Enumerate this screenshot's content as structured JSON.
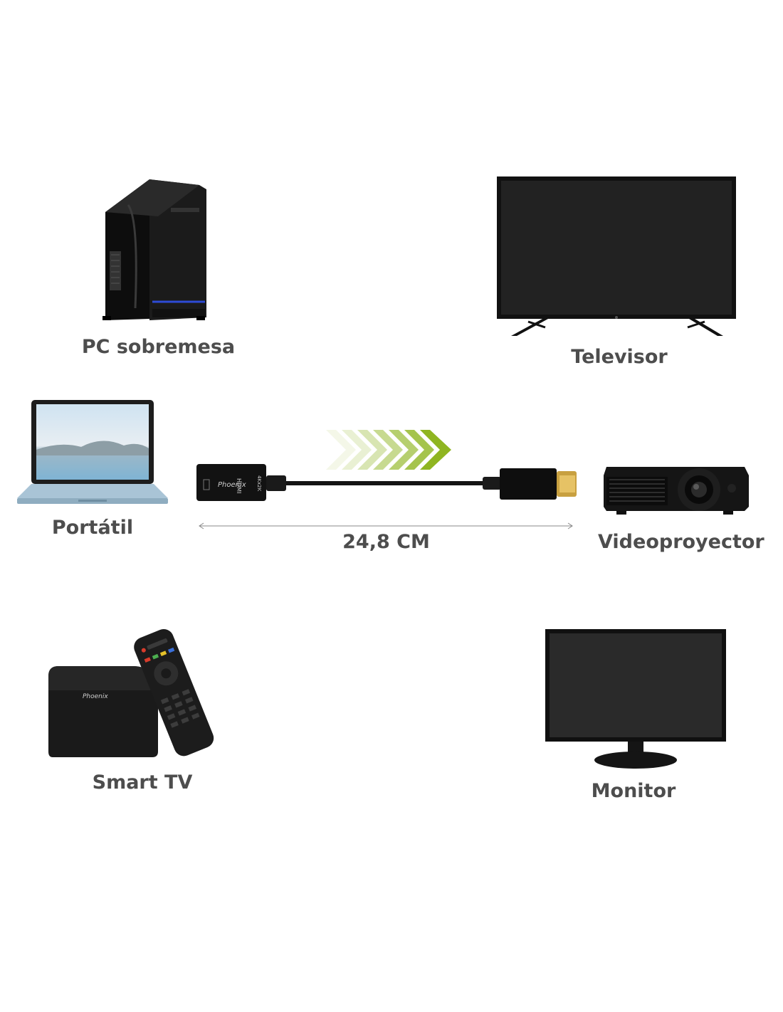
{
  "devices": {
    "pc": {
      "label": "PC sobremesa",
      "icon": "desktop-tower-icon"
    },
    "tv": {
      "label": "Televisor",
      "icon": "television-icon"
    },
    "laptop": {
      "label": "Portátil",
      "icon": "laptop-icon"
    },
    "projector": {
      "label": "Videoproyector",
      "icon": "projector-icon"
    },
    "smart_tv": {
      "label": "Smart TV",
      "icon": "tv-box-with-remote-icon"
    },
    "monitor": {
      "label": "Monitor",
      "icon": "monitor-icon"
    }
  },
  "adapter": {
    "length_label": "24,8 CM",
    "hdmi_text": "HDMI",
    "resolution_text": "4Kx2K",
    "brand_text": "Phoenix"
  },
  "colors": {
    "label": "#4d4d4d",
    "arrow": "#8fb521",
    "device_black": "#111111"
  }
}
